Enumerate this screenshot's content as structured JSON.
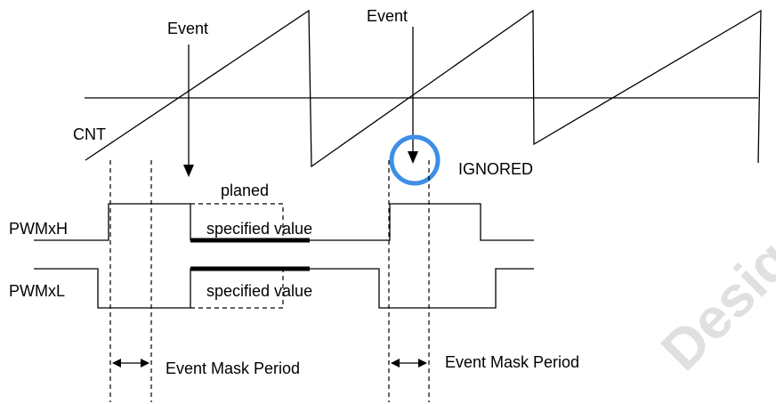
{
  "labels": {
    "event1": "Event",
    "event2": "Event",
    "cnt": "CNT",
    "ignored": "IGNORED",
    "planed": "planed",
    "spec_h": "specified value",
    "spec_l": "specified value",
    "pwmxh": "PWMxH",
    "pwmxl": "PWMxL",
    "mask1": "Event Mask Period",
    "mask2": "Event Mask Period"
  },
  "watermark": {
    "text": "Design"
  },
  "colors": {
    "ignored_circle": "#3d8ee6",
    "line": "#000000",
    "watermark": "#c8c8c8"
  }
}
